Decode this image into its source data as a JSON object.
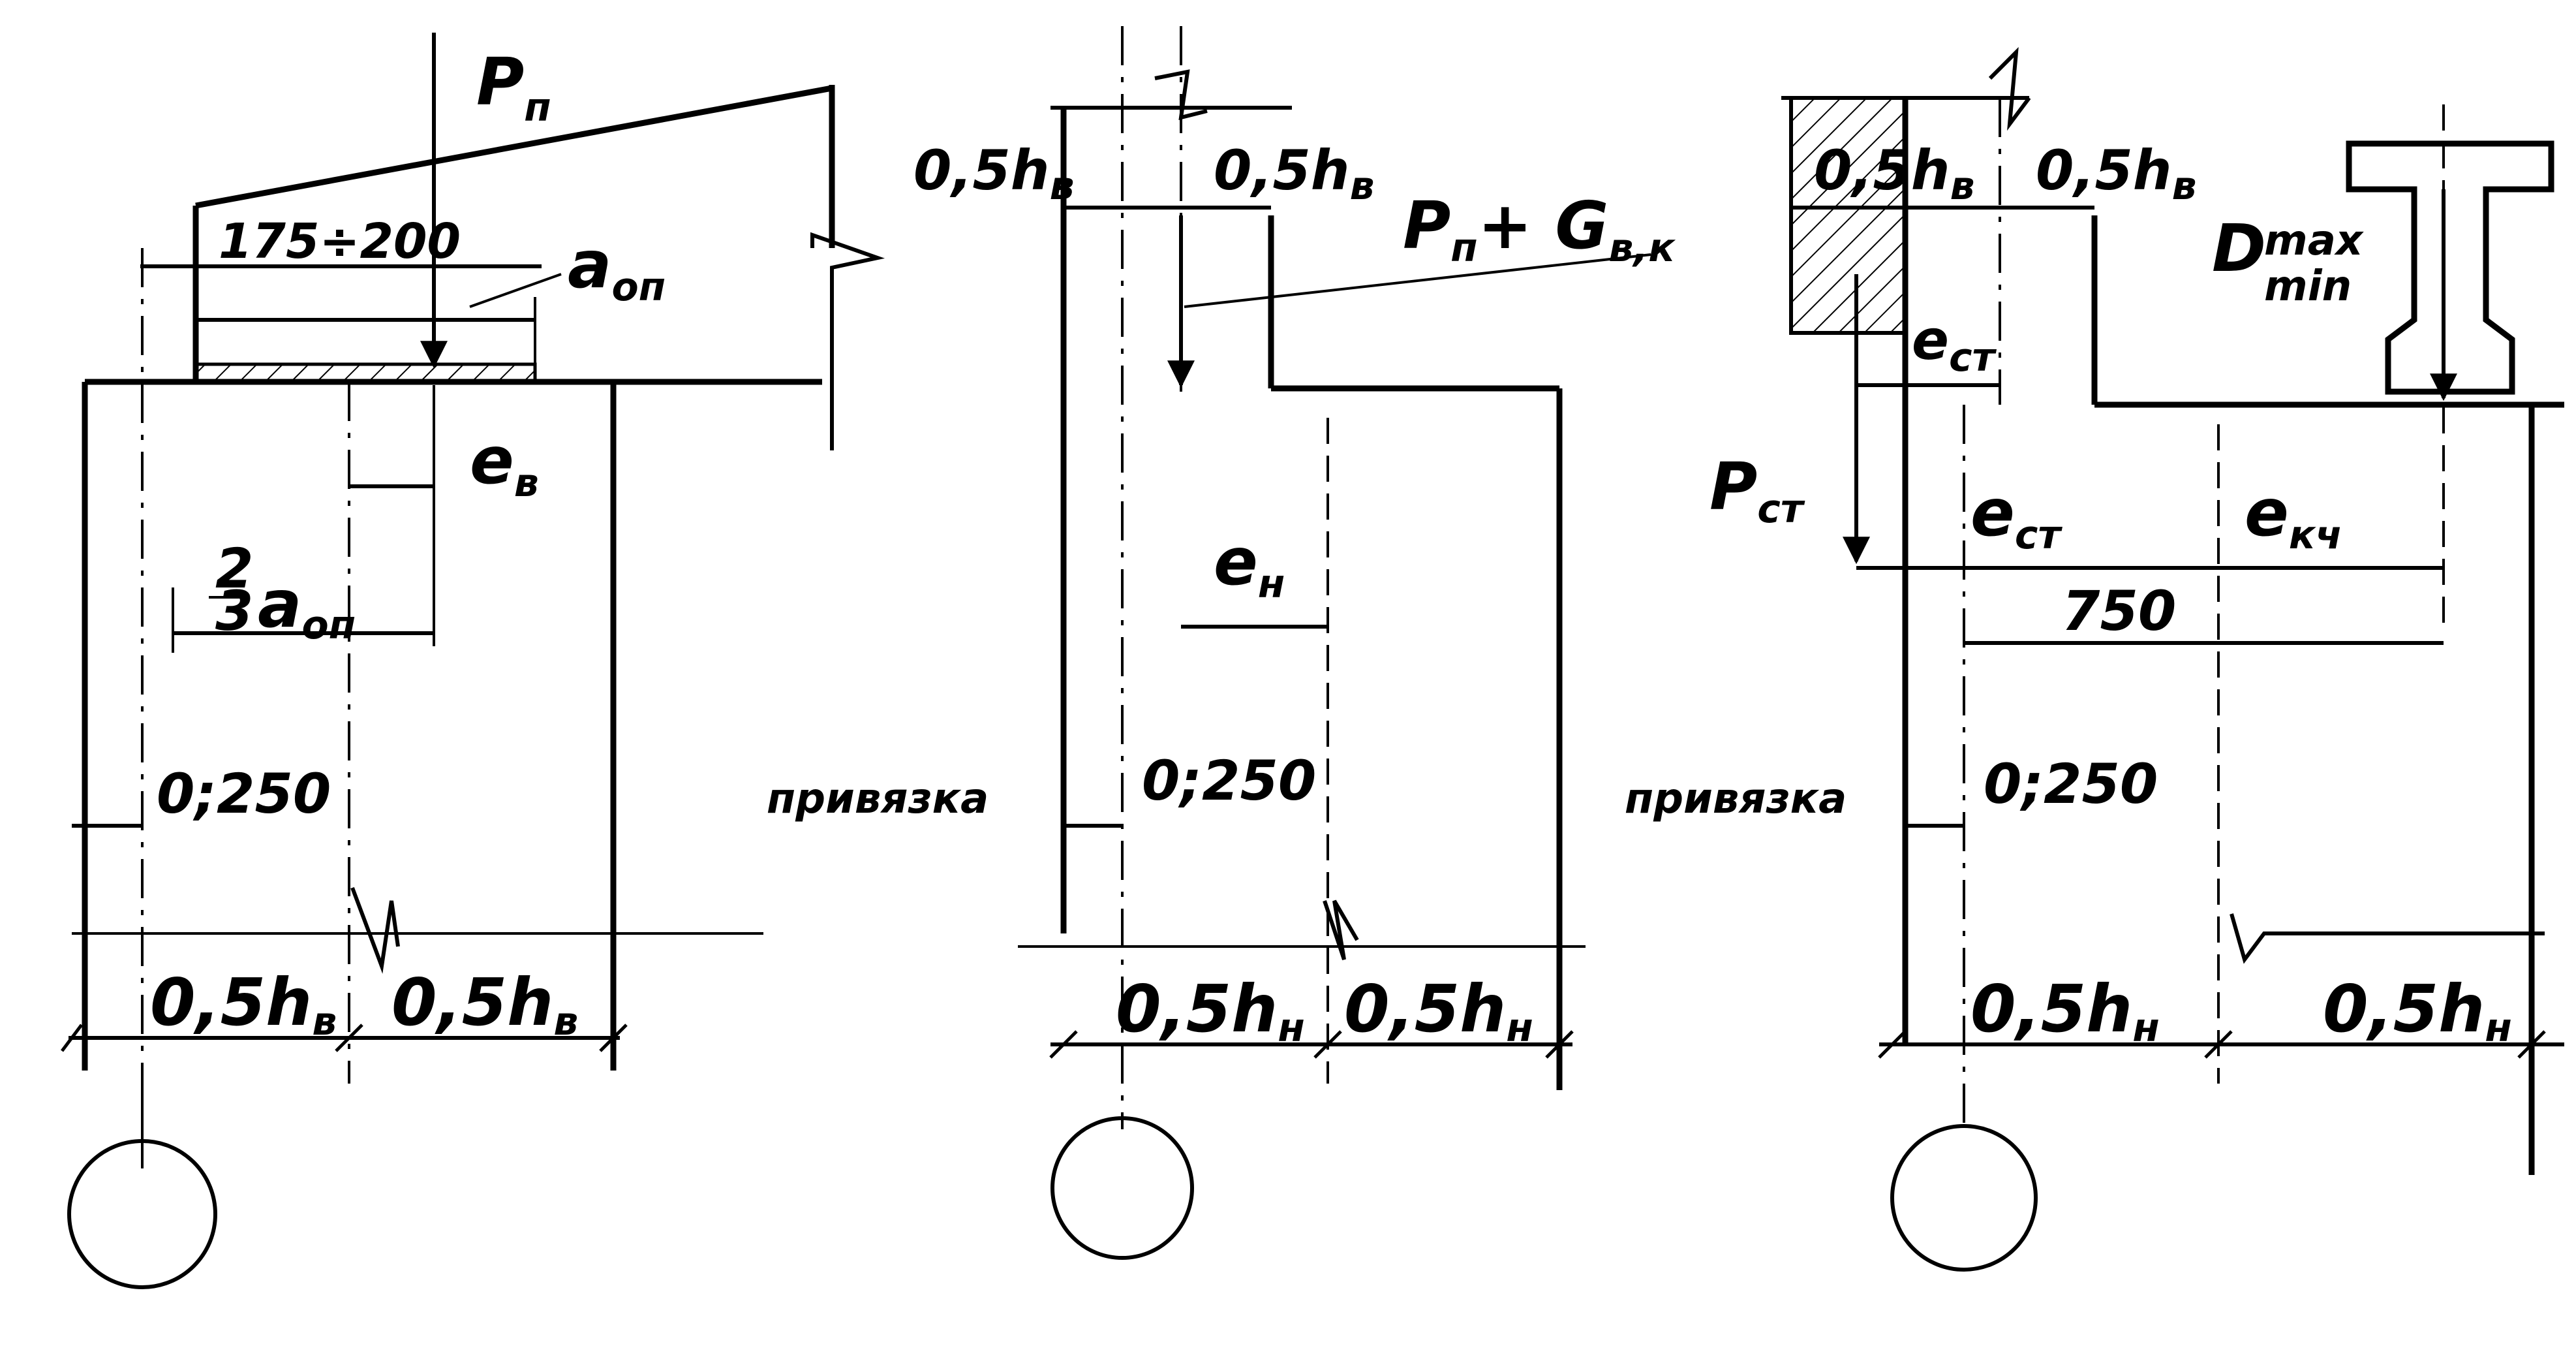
{
  "panel1": {
    "load": "P",
    "load_sub": "п",
    "bearing_range": "175÷200",
    "bearing_length": "a",
    "bearing_length_sub": "оп",
    "eccentricity": "e",
    "eccentricity_sub": "в",
    "frac_num": "2",
    "frac_den": "3",
    "frac_a": "a",
    "frac_a_sub": "оп",
    "offset": "0;250",
    "half_left": "0,5h",
    "half_left_sub": "в",
    "half_right": "0,5h",
    "half_right_sub": "в"
  },
  "panel2": {
    "top_left": "0,5h",
    "top_left_sub": "в",
    "top_right": "0,5h",
    "top_right_sub": "в",
    "load": "P",
    "load_sub": "п",
    "load_plus": "+ G",
    "load_plus_sub": "в,к",
    "eccentricity": "e",
    "eccentricity_sub": "н",
    "binding_label": "привязка",
    "offset": "0;250",
    "half_left": "0,5h",
    "half_left_sub": "н",
    "half_right": "0,5h",
    "half_right_sub": "н"
  },
  "panel3": {
    "top_left": "0,5h",
    "top_left_sub": "в",
    "top_right": "0,5h",
    "top_right_sub": "в",
    "crane_load": "D",
    "crane_max": "max",
    "crane_min": "min",
    "wall_ecc_top": "e",
    "wall_ecc_top_sub": "ст",
    "wall_load": "P",
    "wall_load_sub": "ст",
    "wall_ecc": "e",
    "wall_ecc_sub": "ст",
    "crane_ecc": "e",
    "crane_ecc_sub": "кч",
    "dim_750": "750",
    "binding_label": "привязка",
    "offset": "0;250",
    "half_left": "0,5h",
    "half_left_sub": "н",
    "half_right": "0,5h",
    "half_right_sub": "н"
  }
}
